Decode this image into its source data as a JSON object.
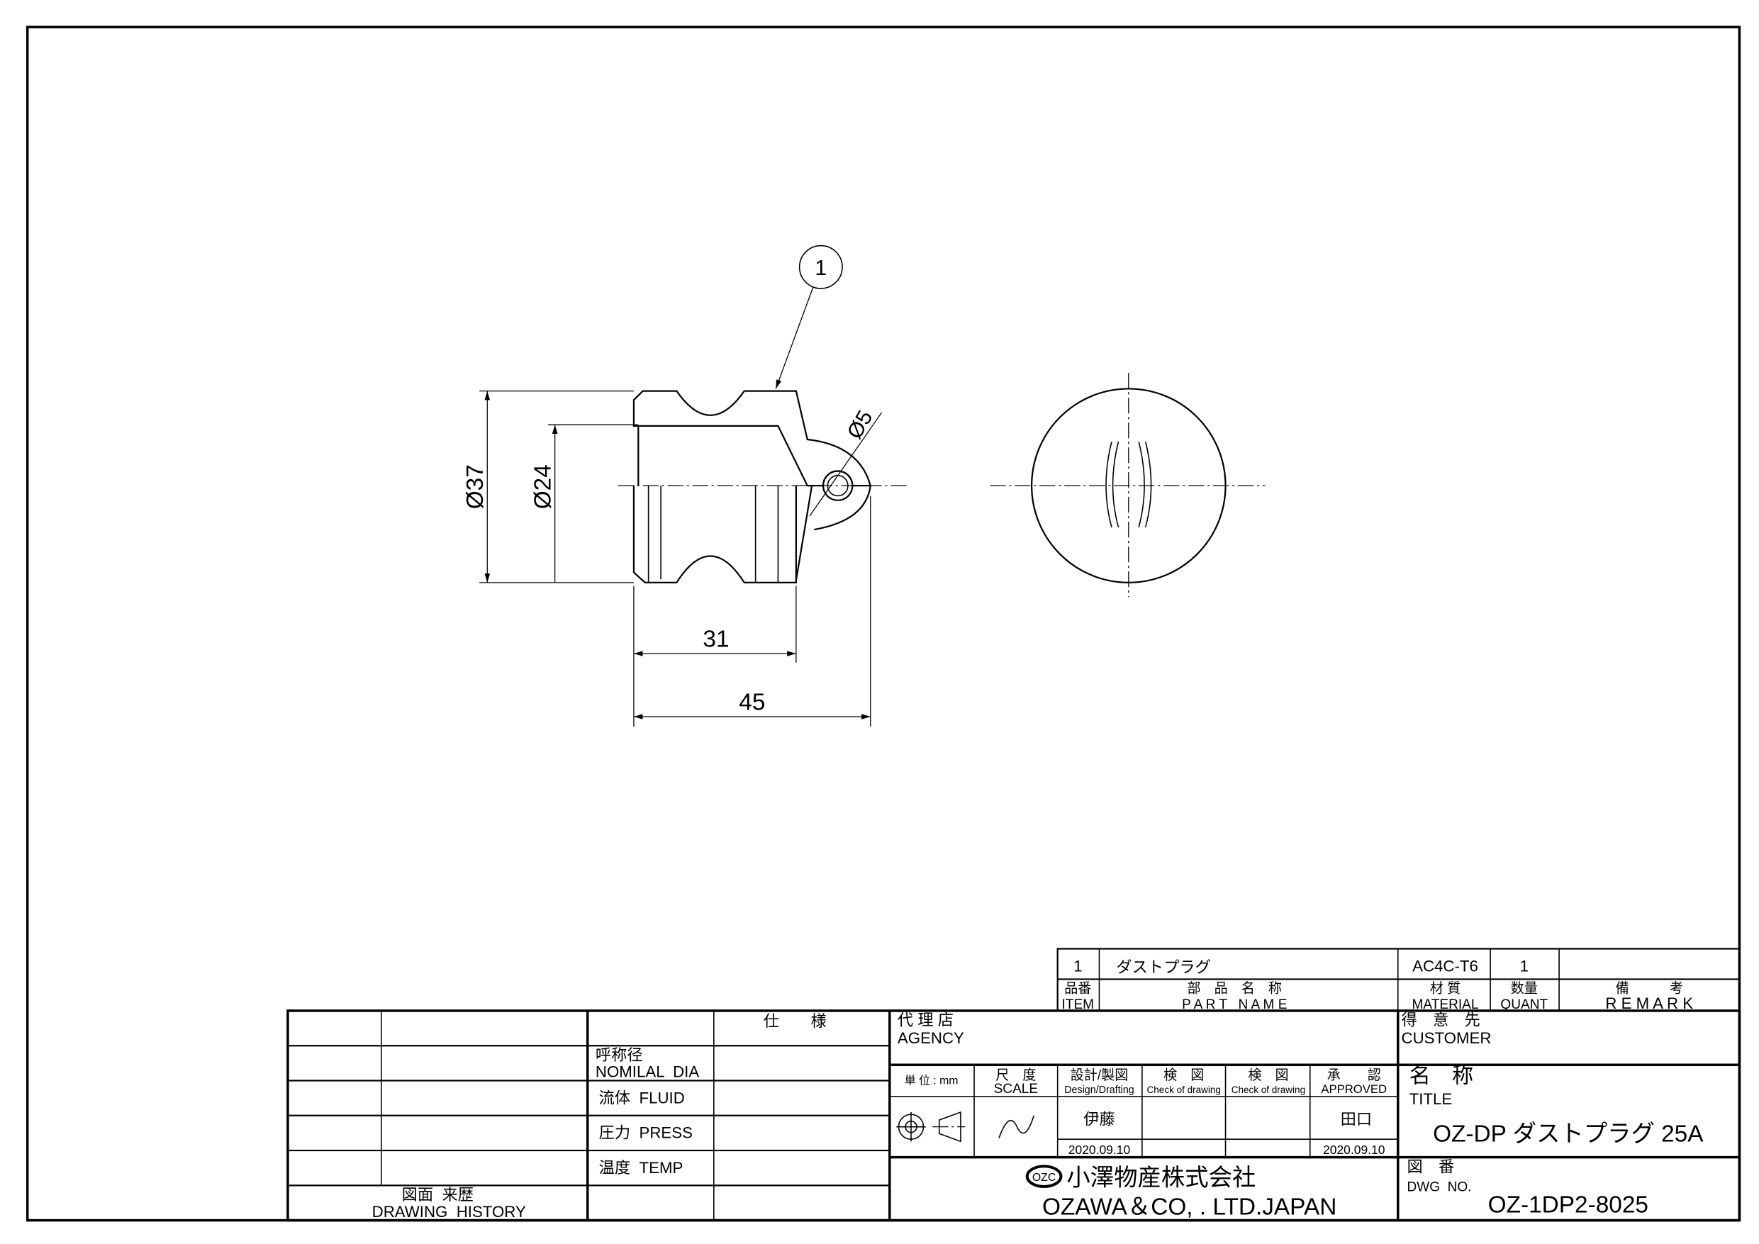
{
  "drawing": {
    "balloon": "1",
    "dims": {
      "outer_dia": "Ø37",
      "inner_dia": "Ø24",
      "hole_dia": "Ø5",
      "length_body": "31",
      "length_total": "45"
    }
  },
  "parts_table": {
    "row": {
      "item": "1",
      "part_name": "ダストプラグ",
      "material": "AC4C-T6",
      "quant": "1",
      "remark": ""
    },
    "headers": {
      "item_jp": "品番",
      "item_en": "ITEM",
      "part_jp": "部　品　名　称",
      "part_en": "P A R T   N A M E",
      "material_jp": "材 質",
      "material_en": "MATERIAL",
      "quant_jp": "数量",
      "quant_en": "QUANT",
      "remark_jp": "備　　　考",
      "remark_en": "R E M A R K"
    }
  },
  "history": {
    "spec_header": "仕　　様",
    "rows": [
      {
        "jp": "呼称径",
        "en": "NOMILAL  DIA"
      },
      {
        "label": "流体  FLUID"
      },
      {
        "label": "圧力  PRESS"
      },
      {
        "label": "温度  TEMP"
      }
    ],
    "footer_jp": "図面  来歴",
    "footer_en": "DRAWING  HISTORY"
  },
  "agency": {
    "jp": "代 理 店",
    "en": "AGENCY"
  },
  "approval": {
    "unit": "単 位 : mm",
    "scale_jp": "尺　度",
    "scale_en": "SCALE",
    "design_jp": "設計/製図",
    "design_en": "Design/Drafting",
    "check1_jp": "検　図",
    "check1_en": "Check of drawing",
    "check2_jp": "検　図",
    "check2_en": "Check of drawing",
    "approved_jp": "承　　認",
    "approved_en": "APPROVED",
    "designer": "伊藤",
    "approver": "田口",
    "design_date": "2020.09.10",
    "approved_date": "2020.09.10"
  },
  "company": {
    "logo": "OZC",
    "jp": "小澤物産株式会社",
    "en": "OZAWA＆CO, . LTD.JAPAN"
  },
  "customer": {
    "jp": "得　意　先",
    "en": "CUSTOMER"
  },
  "title": {
    "jp": "名　称",
    "en": "TITLE",
    "value": "OZ-DP ダストプラグ 25A"
  },
  "dwg": {
    "jp": "図　番",
    "en": "DWG  NO.",
    "value": "OZ-1DP2-8025"
  }
}
